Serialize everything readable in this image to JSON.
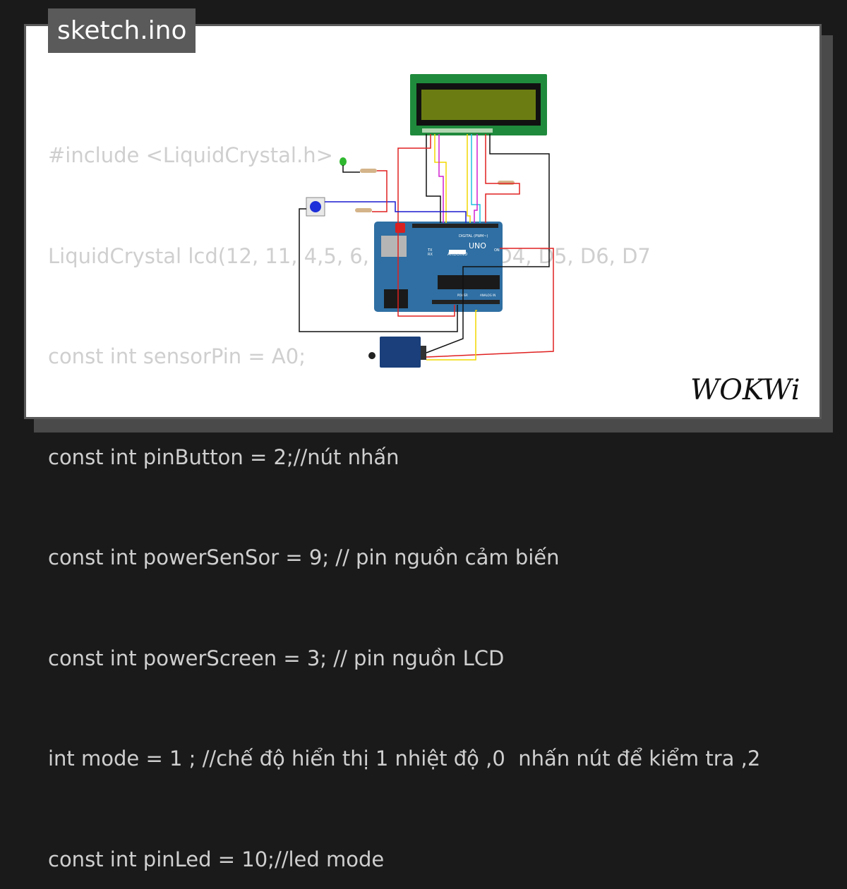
{
  "title": "sketch.ino",
  "code_lines": [
    "#include <LiquidCrystal.h>",
    "LiquidCrystal lcd(12, 11, 4,5, 6, 7); // RS, E, D4, D5, D6, D7",
    "const int sensorPin = A0;",
    "const int pinButton = 2;//nút nhấn",
    "const int powerSenSor = 9; // pin nguồn cảm biến",
    "const int powerScreen = 3; // pin nguồn LCD",
    "int mode = 1 ; //chế độ hiển thị 1 nhiệt độ ,0  nhấn nút để kiểm tra ,2",
    "const int pinLed = 10;//led mode"
  ],
  "board": {
    "brand": "ARDUINO",
    "model": "UNO",
    "digital_label": "DIGITAL (PWM~)",
    "power_label": "POWER",
    "analog_label": "ANALOG IN",
    "on_label": "ON",
    "tx_label": "TX",
    "rx_label": "RX"
  },
  "logo_text": "WOKWi",
  "colors": {
    "background": "#1a1a1a",
    "card": "#ffffff",
    "badge": "#5a5a5a",
    "code_text": "#cfcfcf",
    "arduino_blue": "#2f6fa3",
    "lcd_board": "#1f8a3c",
    "lcd_screen": "#6b7d12",
    "wire_red": "#e02020",
    "wire_black": "#111111",
    "wire_yellow": "#f2d800",
    "wire_magenta": "#d020d0",
    "wire_cyan": "#20c0e0",
    "wire_blue": "#1a1ad0"
  }
}
